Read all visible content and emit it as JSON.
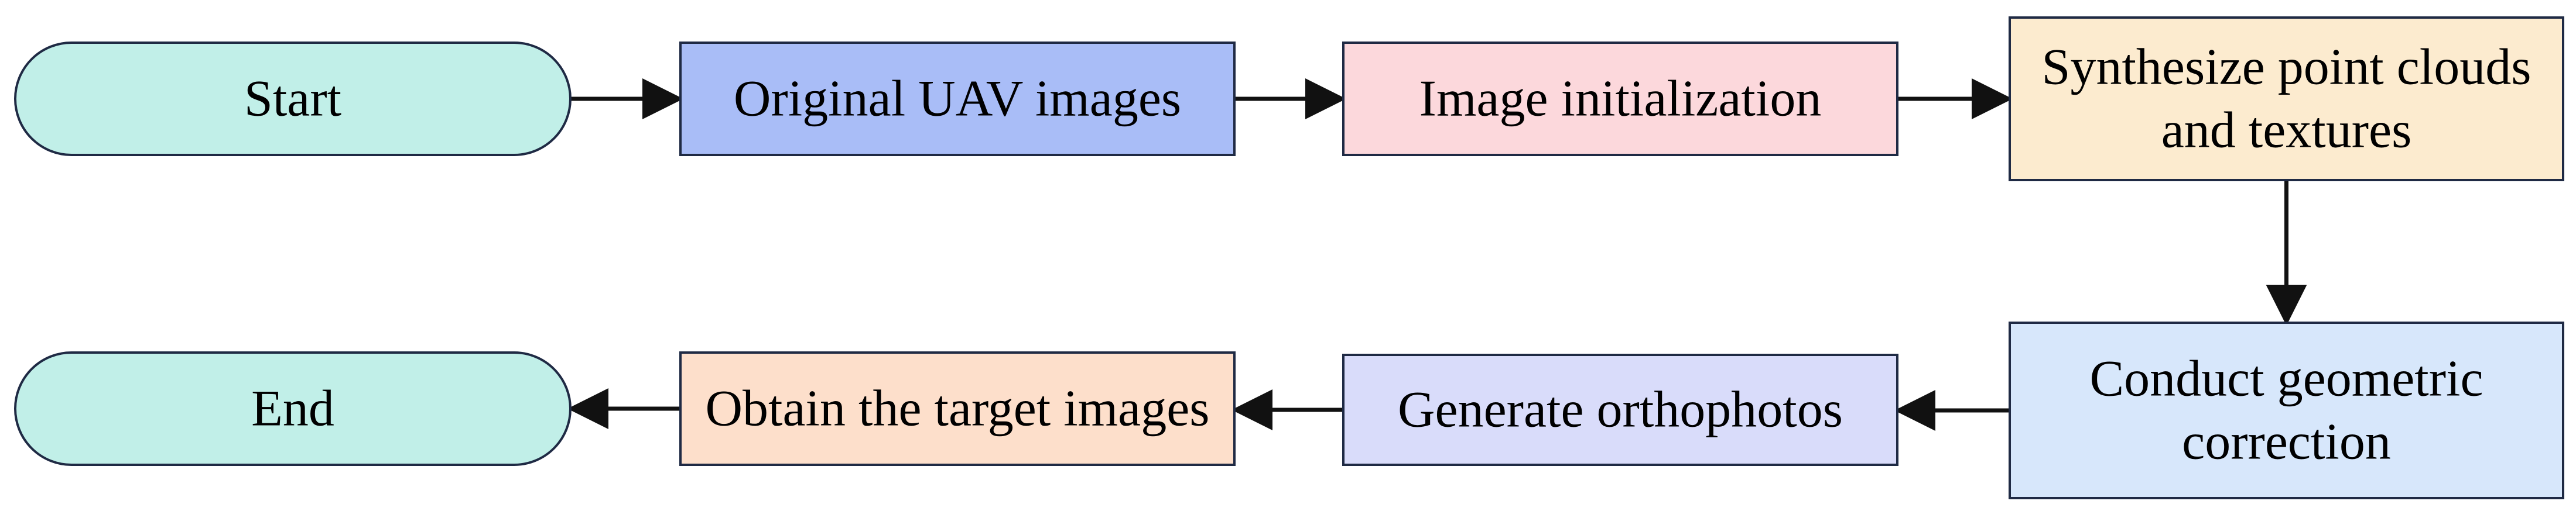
{
  "nodes": [
    {
      "id": "start",
      "shape": "terminal",
      "lines": [
        "Start"
      ],
      "fill": "#C1EFE8"
    },
    {
      "id": "original",
      "shape": "process",
      "lines": [
        "Original UAV images"
      ],
      "fill": "#A9BDF7"
    },
    {
      "id": "init",
      "shape": "process",
      "lines": [
        "Image initialization"
      ],
      "fill": "#FCD8DC"
    },
    {
      "id": "synth",
      "shape": "process",
      "lines": [
        "Synthesize point clouds",
        "and textures"
      ],
      "fill": "#FCEBCF"
    },
    {
      "id": "geo",
      "shape": "process",
      "lines": [
        "Conduct geometric",
        "correction"
      ],
      "fill": "#D7E7FB"
    },
    {
      "id": "ortho",
      "shape": "process",
      "lines": [
        "Generate orthophotos"
      ],
      "fill": "#D9DCFA"
    },
    {
      "id": "obtain",
      "shape": "process",
      "lines": [
        "Obtain the target images"
      ],
      "fill": "#FDDFCB"
    },
    {
      "id": "end",
      "shape": "terminal",
      "lines": [
        "End"
      ],
      "fill": "#C1EFE8"
    }
  ],
  "edges": [
    {
      "from": "start",
      "to": "original"
    },
    {
      "from": "original",
      "to": "init"
    },
    {
      "from": "init",
      "to": "synth"
    },
    {
      "from": "synth",
      "to": "geo"
    },
    {
      "from": "geo",
      "to": "ortho"
    },
    {
      "from": "ortho",
      "to": "obtain"
    },
    {
      "from": "obtain",
      "to": "end"
    }
  ],
  "colors": {
    "stroke": "#1F2A44",
    "arrow": "#111111"
  }
}
